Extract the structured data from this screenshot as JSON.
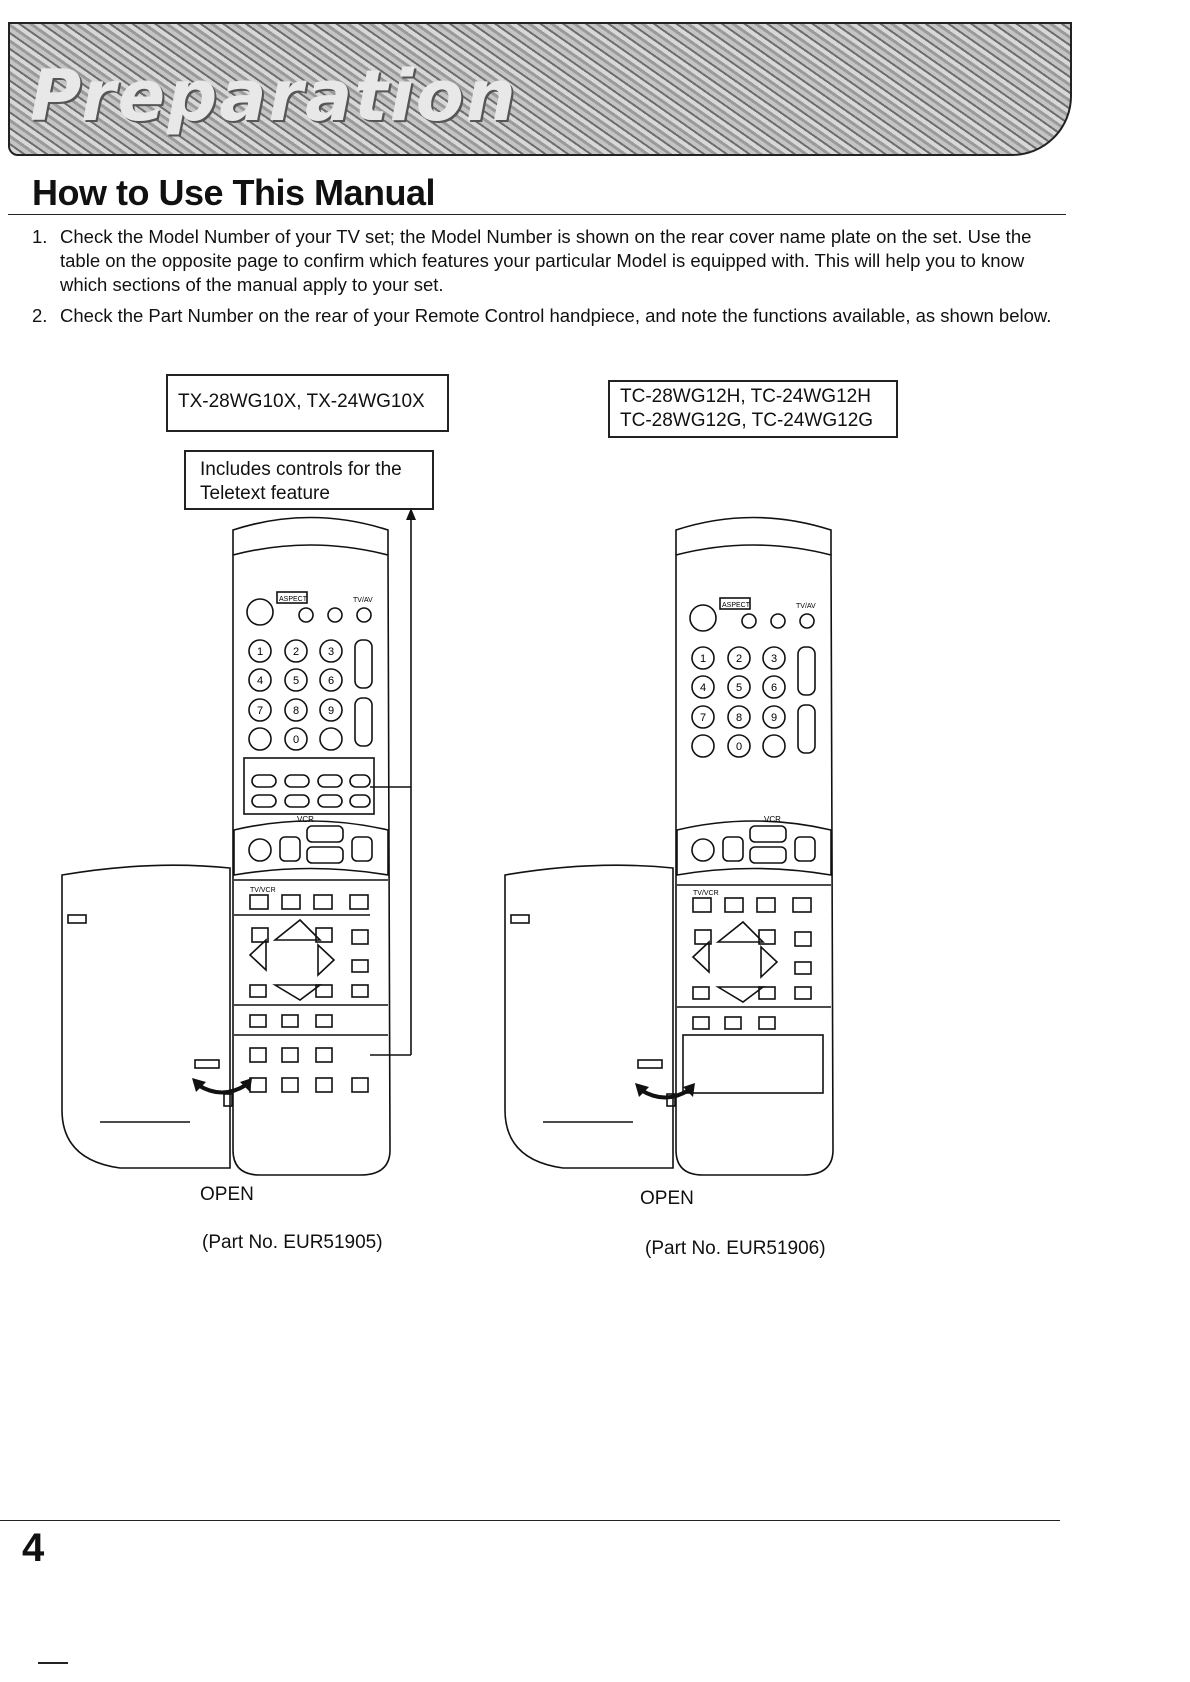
{
  "header": {
    "banner_text": "Preparation"
  },
  "section_title": "How to Use This Manual",
  "steps": [
    {
      "number": "1.",
      "text": "Check the Model Number of your TV set; the Model Number is shown on the rear cover name plate on the set. Use the table on the opposite page to confirm which features your particular Model is equipped with. This will help you to know which sections of the manual apply to your set."
    },
    {
      "number": "2.",
      "text": "Check the Part Number on the rear of your Remote Control handpiece, and note the functions available, as shown below."
    }
  ],
  "remotes": [
    {
      "models": "TX-28WG10X, TX-24WG10X",
      "callout": "Includes controls for the Teletext feature",
      "open_label": "OPEN",
      "part_no": "(Part No. EUR51905)"
    },
    {
      "models_line1": "TC-28WG12H, TC-24WG12H",
      "models_line2": "TC-28WG12G, TC-24WG12G",
      "open_label": "OPEN",
      "part_no": "(Part No. EUR51906)"
    }
  ],
  "remote_labels": {
    "aspect": "ASPECT",
    "tvav": "TV/AV",
    "vcr": "VCR",
    "tvvcr": "TV/VCR",
    "digits": [
      "1",
      "2",
      "3",
      "4",
      "5",
      "6",
      "7",
      "8",
      "9",
      "0"
    ]
  },
  "page_number": "4"
}
